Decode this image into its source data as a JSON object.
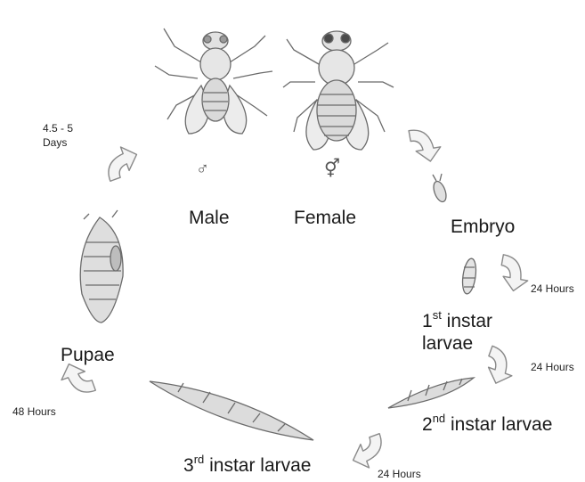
{
  "diagram": {
    "stages": {
      "male": "Male",
      "female": "Female",
      "embryo": "Embryo",
      "first_instar": {
        "number": "1",
        "suffix": "st",
        "line1": "instar",
        "line2": "larvae"
      },
      "second_instar": {
        "number": "2",
        "suffix": "nd",
        "rest": "instar larvae"
      },
      "third_instar": {
        "number": "3",
        "suffix": "rd",
        "rest": "instar larvae"
      },
      "pupae": "Pupae"
    },
    "symbols": {
      "male": "♂",
      "female": "⚥"
    },
    "durations": {
      "pupae_to_adult_line1": "4.5 - 5",
      "pupae_to_adult_line2": "Days",
      "embryo_to_first": "24 Hours",
      "first_to_second": "24 Hours",
      "second_to_third": "24 Hours",
      "third_to_pupae": "48 Hours"
    },
    "colors": {
      "ink": "#1a1a1a",
      "sketch": "#6b6b6b",
      "fill": "#e6e6e6",
      "arrow_fill": "#f4f4f4",
      "arrow_stroke": "#8a8a8a"
    }
  }
}
